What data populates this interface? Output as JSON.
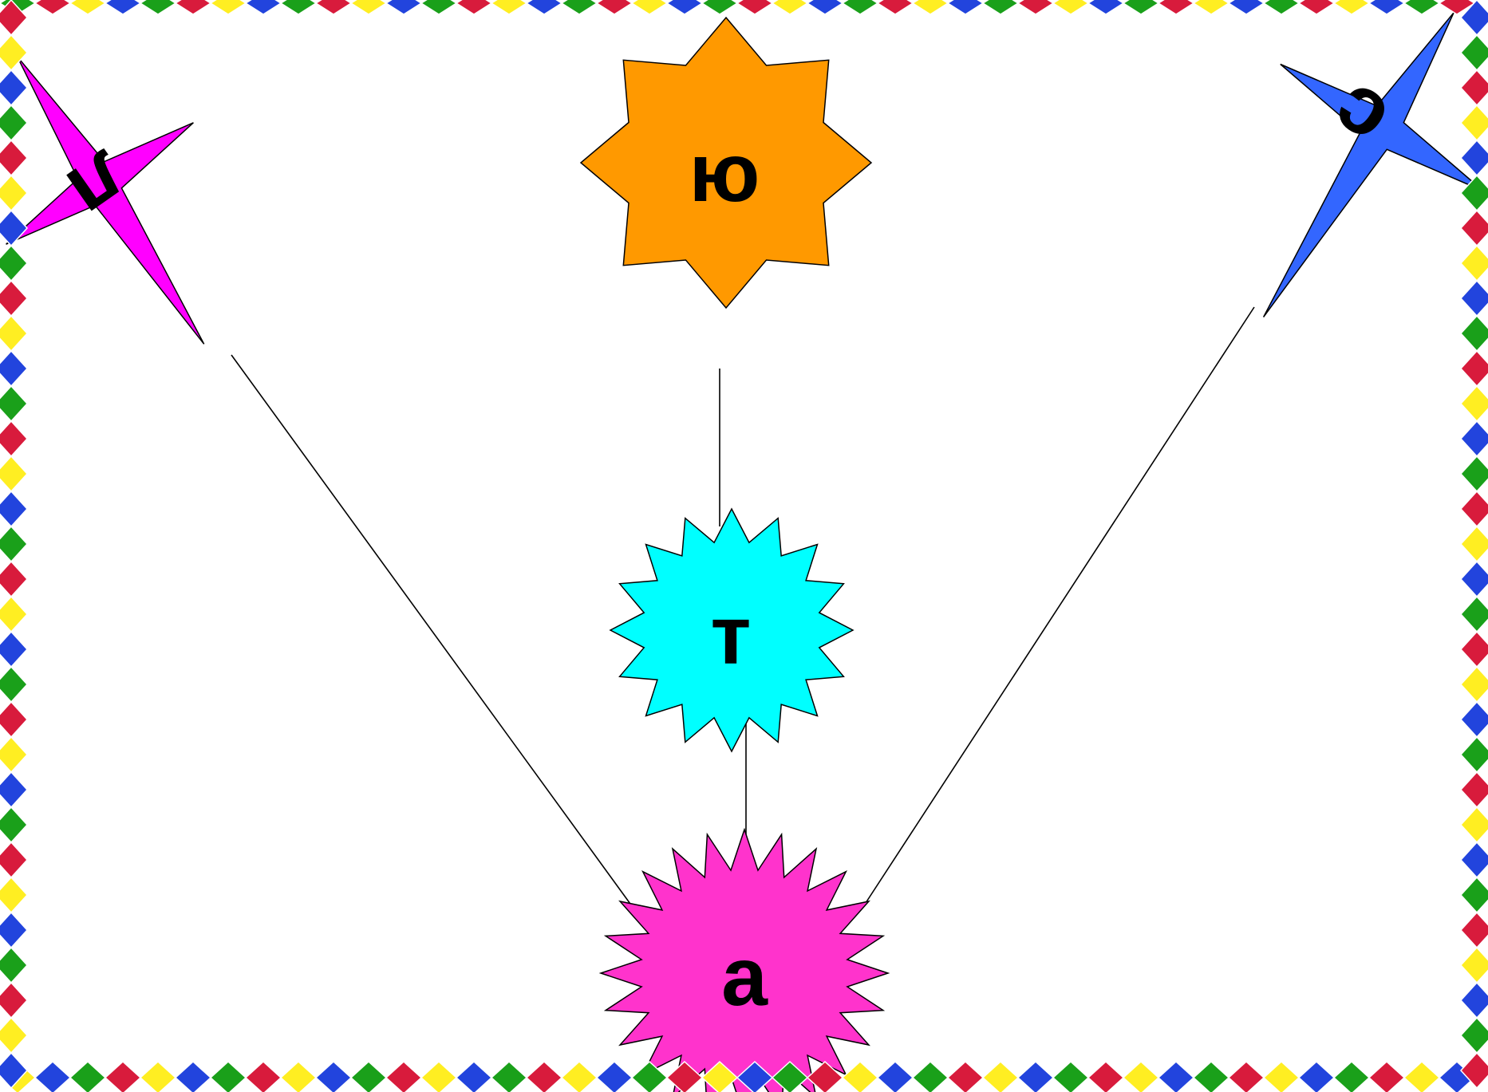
{
  "border": {
    "diamond_colors": [
      "#1aa01a",
      "#d81b3c",
      "#ffee22",
      "#2244dd"
    ],
    "outline_color": "#ffffff"
  },
  "stars": {
    "orange": {
      "letter": "ю",
      "fill": "#ff9900",
      "rotation_deg": 0
    },
    "cyan": {
      "letter": "т",
      "fill": "#00ffff",
      "rotation_deg": 0
    },
    "pink": {
      "letter": "а",
      "fill": "#ff33cc",
      "rotation_deg": 0
    },
    "magenta": {
      "letter": "л",
      "fill": "#ff00ff",
      "rotation_deg": 145
    },
    "blue": {
      "letter": "с",
      "fill": "#3366ff",
      "rotation_deg": -145
    }
  },
  "line_color": "#000000"
}
